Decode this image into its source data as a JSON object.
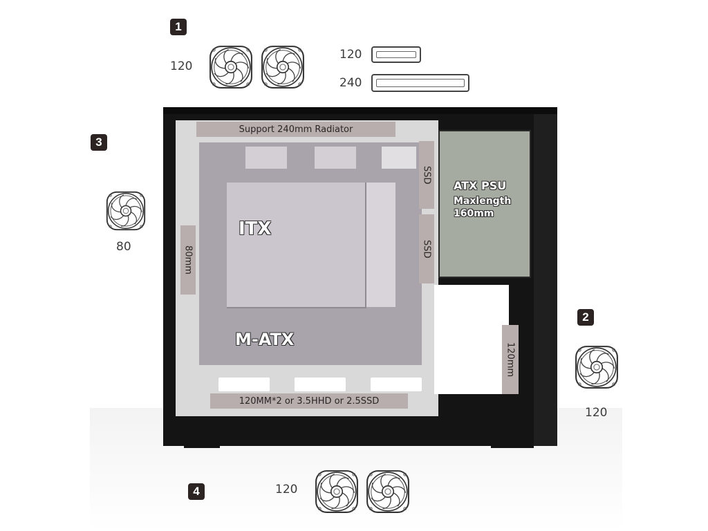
{
  "badges": {
    "one": "1",
    "two": "2",
    "three": "3",
    "four": "4"
  },
  "top": {
    "fan_size": "120",
    "rad_120": "120",
    "rad_240": "240"
  },
  "front": {
    "fan_size": "80"
  },
  "rear": {
    "fan_size": "120"
  },
  "bottom": {
    "fan_size": "120"
  },
  "case": {
    "radiator_label": "Support 240mm Radiator",
    "itx": "ITX",
    "matx": "M-ATX",
    "ssd_top": "SSD",
    "ssd_bottom": "SSD",
    "front_mount": "80mm",
    "rear_mount": "120mm",
    "bottom_label": "120MM*2 or 3.5HHD or 2.5SSD",
    "psu_title": "ATX PSU",
    "psu_line2": "Maxlength",
    "psu_line3": "160mm"
  },
  "icons": {
    "fan": "fan-icon",
    "radiator": "radiator-icon"
  },
  "colors": {
    "case": "#141414",
    "psu": "#a5aba0",
    "label_bg": "#b8aeae",
    "badge": "#2b2422"
  }
}
